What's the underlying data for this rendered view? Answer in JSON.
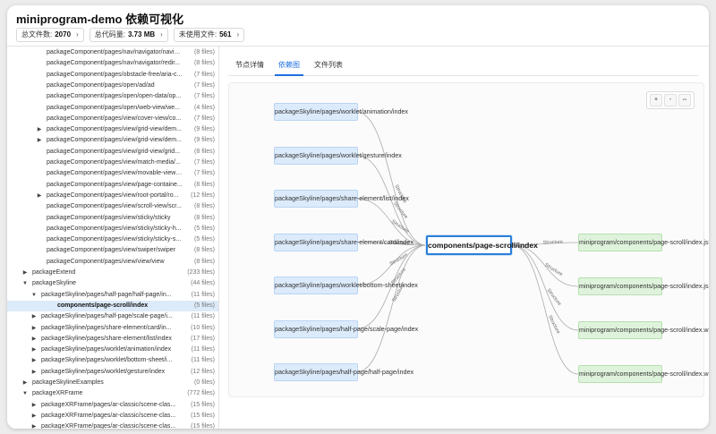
{
  "app": {
    "title": "miniprogram-demo 依赖可视化"
  },
  "stats": [
    {
      "label": "总文件数:",
      "value": "2070"
    },
    {
      "label": "总代码量:",
      "value": "3.73 MB"
    },
    {
      "label": "未使用文件:",
      "value": "561"
    }
  ],
  "icons": {
    "chevron": "chevron-right-icon",
    "expanded": "triangle-down-icon",
    "collapsed": "triangle-right-icon"
  },
  "tree": [
    {
      "name": "packageComponent/pages/nav/navigator/navig...",
      "count": "(8 files)",
      "indent": 44,
      "arrow": ""
    },
    {
      "name": "packageComponent/pages/nav/navigator/redir...",
      "count": "(8 files)",
      "indent": 44,
      "arrow": ""
    },
    {
      "name": "packageComponent/pages/obstacle-free/aria-c...",
      "count": "(7 files)",
      "indent": 44,
      "arrow": ""
    },
    {
      "name": "packageComponent/pages/open/ad/ad",
      "count": "(7 files)",
      "indent": 44,
      "arrow": ""
    },
    {
      "name": "packageComponent/pages/open/open-data/op...",
      "count": "(7 files)",
      "indent": 44,
      "arrow": ""
    },
    {
      "name": "packageComponent/pages/open/web-view/we...",
      "count": "(4 files)",
      "indent": 44,
      "arrow": ""
    },
    {
      "name": "packageComponent/pages/view/cover-view/co...",
      "count": "(7 files)",
      "indent": 44,
      "arrow": ""
    },
    {
      "name": "packageComponent/pages/view/grid-view/dem...",
      "count": "(9 files)",
      "indent": 44,
      "arrow": "▶"
    },
    {
      "name": "packageComponent/pages/view/grid-view/dem...",
      "count": "(9 files)",
      "indent": 44,
      "arrow": "▶"
    },
    {
      "name": "packageComponent/pages/view/grid-view/grid...",
      "count": "(8 files)",
      "indent": 44,
      "arrow": ""
    },
    {
      "name": "packageComponent/pages/view/match-media/...",
      "count": "(7 files)",
      "indent": 44,
      "arrow": ""
    },
    {
      "name": "packageComponent/pages/view/movable-view/...",
      "count": "(7 files)",
      "indent": 44,
      "arrow": ""
    },
    {
      "name": "packageComponent/pages/view/page-containe...",
      "count": "(8 files)",
      "indent": 44,
      "arrow": ""
    },
    {
      "name": "packageComponent/pages/view/root-portal/ro...",
      "count": "(12 files)",
      "indent": 44,
      "arrow": "▶"
    },
    {
      "name": "packageComponent/pages/view/scroll-view/scr...",
      "count": "(8 files)",
      "indent": 44,
      "arrow": ""
    },
    {
      "name": "packageComponent/pages/view/sticky/sticky",
      "count": "(8 files)",
      "indent": 44,
      "arrow": ""
    },
    {
      "name": "packageComponent/pages/view/sticky/sticky-h...",
      "count": "(5 files)",
      "indent": 44,
      "arrow": ""
    },
    {
      "name": "packageComponent/pages/view/sticky/sticky-s...",
      "count": "(5 files)",
      "indent": 44,
      "arrow": ""
    },
    {
      "name": "packageComponent/pages/view/swiper/swiper",
      "count": "(8 files)",
      "indent": 44,
      "arrow": ""
    },
    {
      "name": "packageComponent/pages/view/view/view",
      "count": "(8 files)",
      "indent": 44,
      "arrow": ""
    },
    {
      "name": "packageExtend",
      "count": "(233 files)",
      "indent": 28,
      "arrow": "▶"
    },
    {
      "name": "packageSkyline",
      "count": "(44 files)",
      "indent": 28,
      "arrow": "▼"
    },
    {
      "name": "packageSkyline/pages/half-page/half-page/in...",
      "count": "(11 files)",
      "indent": 38,
      "arrow": "▼"
    },
    {
      "name": "components/page-scroll/index",
      "count": "(5 files)",
      "indent": 56,
      "arrow": "",
      "selected": true
    },
    {
      "name": "packageSkyline/pages/half-page/scale-page/i...",
      "count": "(11 files)",
      "indent": 38,
      "arrow": "▶"
    },
    {
      "name": "packageSkyline/pages/share-element/card/in...",
      "count": "(10 files)",
      "indent": 38,
      "arrow": "▶"
    },
    {
      "name": "packageSkyline/pages/share-element/list/index",
      "count": "(17 files)",
      "indent": 38,
      "arrow": "▶"
    },
    {
      "name": "packageSkyline/pages/worklet/animation/index",
      "count": "(11 files)",
      "indent": 38,
      "arrow": "▶"
    },
    {
      "name": "packageSkyline/pages/worklet/bottom-sheet/i...",
      "count": "(11 files)",
      "indent": 38,
      "arrow": "▶"
    },
    {
      "name": "packageSkyline/pages/worklet/gesture/index",
      "count": "(12 files)",
      "indent": 38,
      "arrow": "▶"
    },
    {
      "name": "packageSkylineExamples",
      "count": "(0 files)",
      "indent": 28,
      "arrow": "▶"
    },
    {
      "name": "packageXRFrame",
      "count": "(772 files)",
      "indent": 28,
      "arrow": "▼"
    },
    {
      "name": "packageXRFrame/pages/ar-classic/scene-clas...",
      "count": "(15 files)",
      "indent": 38,
      "arrow": "▶"
    },
    {
      "name": "packageXRFrame/pages/ar-classic/scene-clas...",
      "count": "(15 files)",
      "indent": 38,
      "arrow": "▶"
    },
    {
      "name": "packageXRFrame/pages/ar-classic/scene-clas...",
      "count": "(15 files)",
      "indent": 38,
      "arrow": "▶"
    }
  ],
  "tabs": [
    {
      "label": "节点详情",
      "active": false
    },
    {
      "label": "依赖图",
      "active": true
    },
    {
      "label": "文件列表",
      "active": false
    }
  ],
  "zoom": {
    "in": "+",
    "out": "-",
    "fit": "⇔"
  },
  "graph": {
    "center": "components/page-scroll/index",
    "edge_label": "Structure",
    "left": [
      "packageSkyline/pages/worklet/animation/index",
      "packageSkyline/pages/worklet/gesture/index",
      "packageSkyline/pages/share-element/list/index",
      "packageSkyline/pages/share-element/card/index",
      "packageSkyline/pages/worklet/bottom-sheet/index",
      "packageSkyline/pages/half-page/scale-page/index",
      "packageSkyline/pages/half-page/half-page/index"
    ],
    "right": [
      "miniprogram/components/page-scroll/index.json",
      "miniprogram/components/page-scroll/index.js",
      "miniprogram/components/page-scroll/index.wxml",
      "miniprogram/components/page-scroll/index.wxss"
    ],
    "colors": {
      "left": "#dcebfb",
      "right": "#dff3dc",
      "center_border": "#2b7fd9"
    }
  }
}
